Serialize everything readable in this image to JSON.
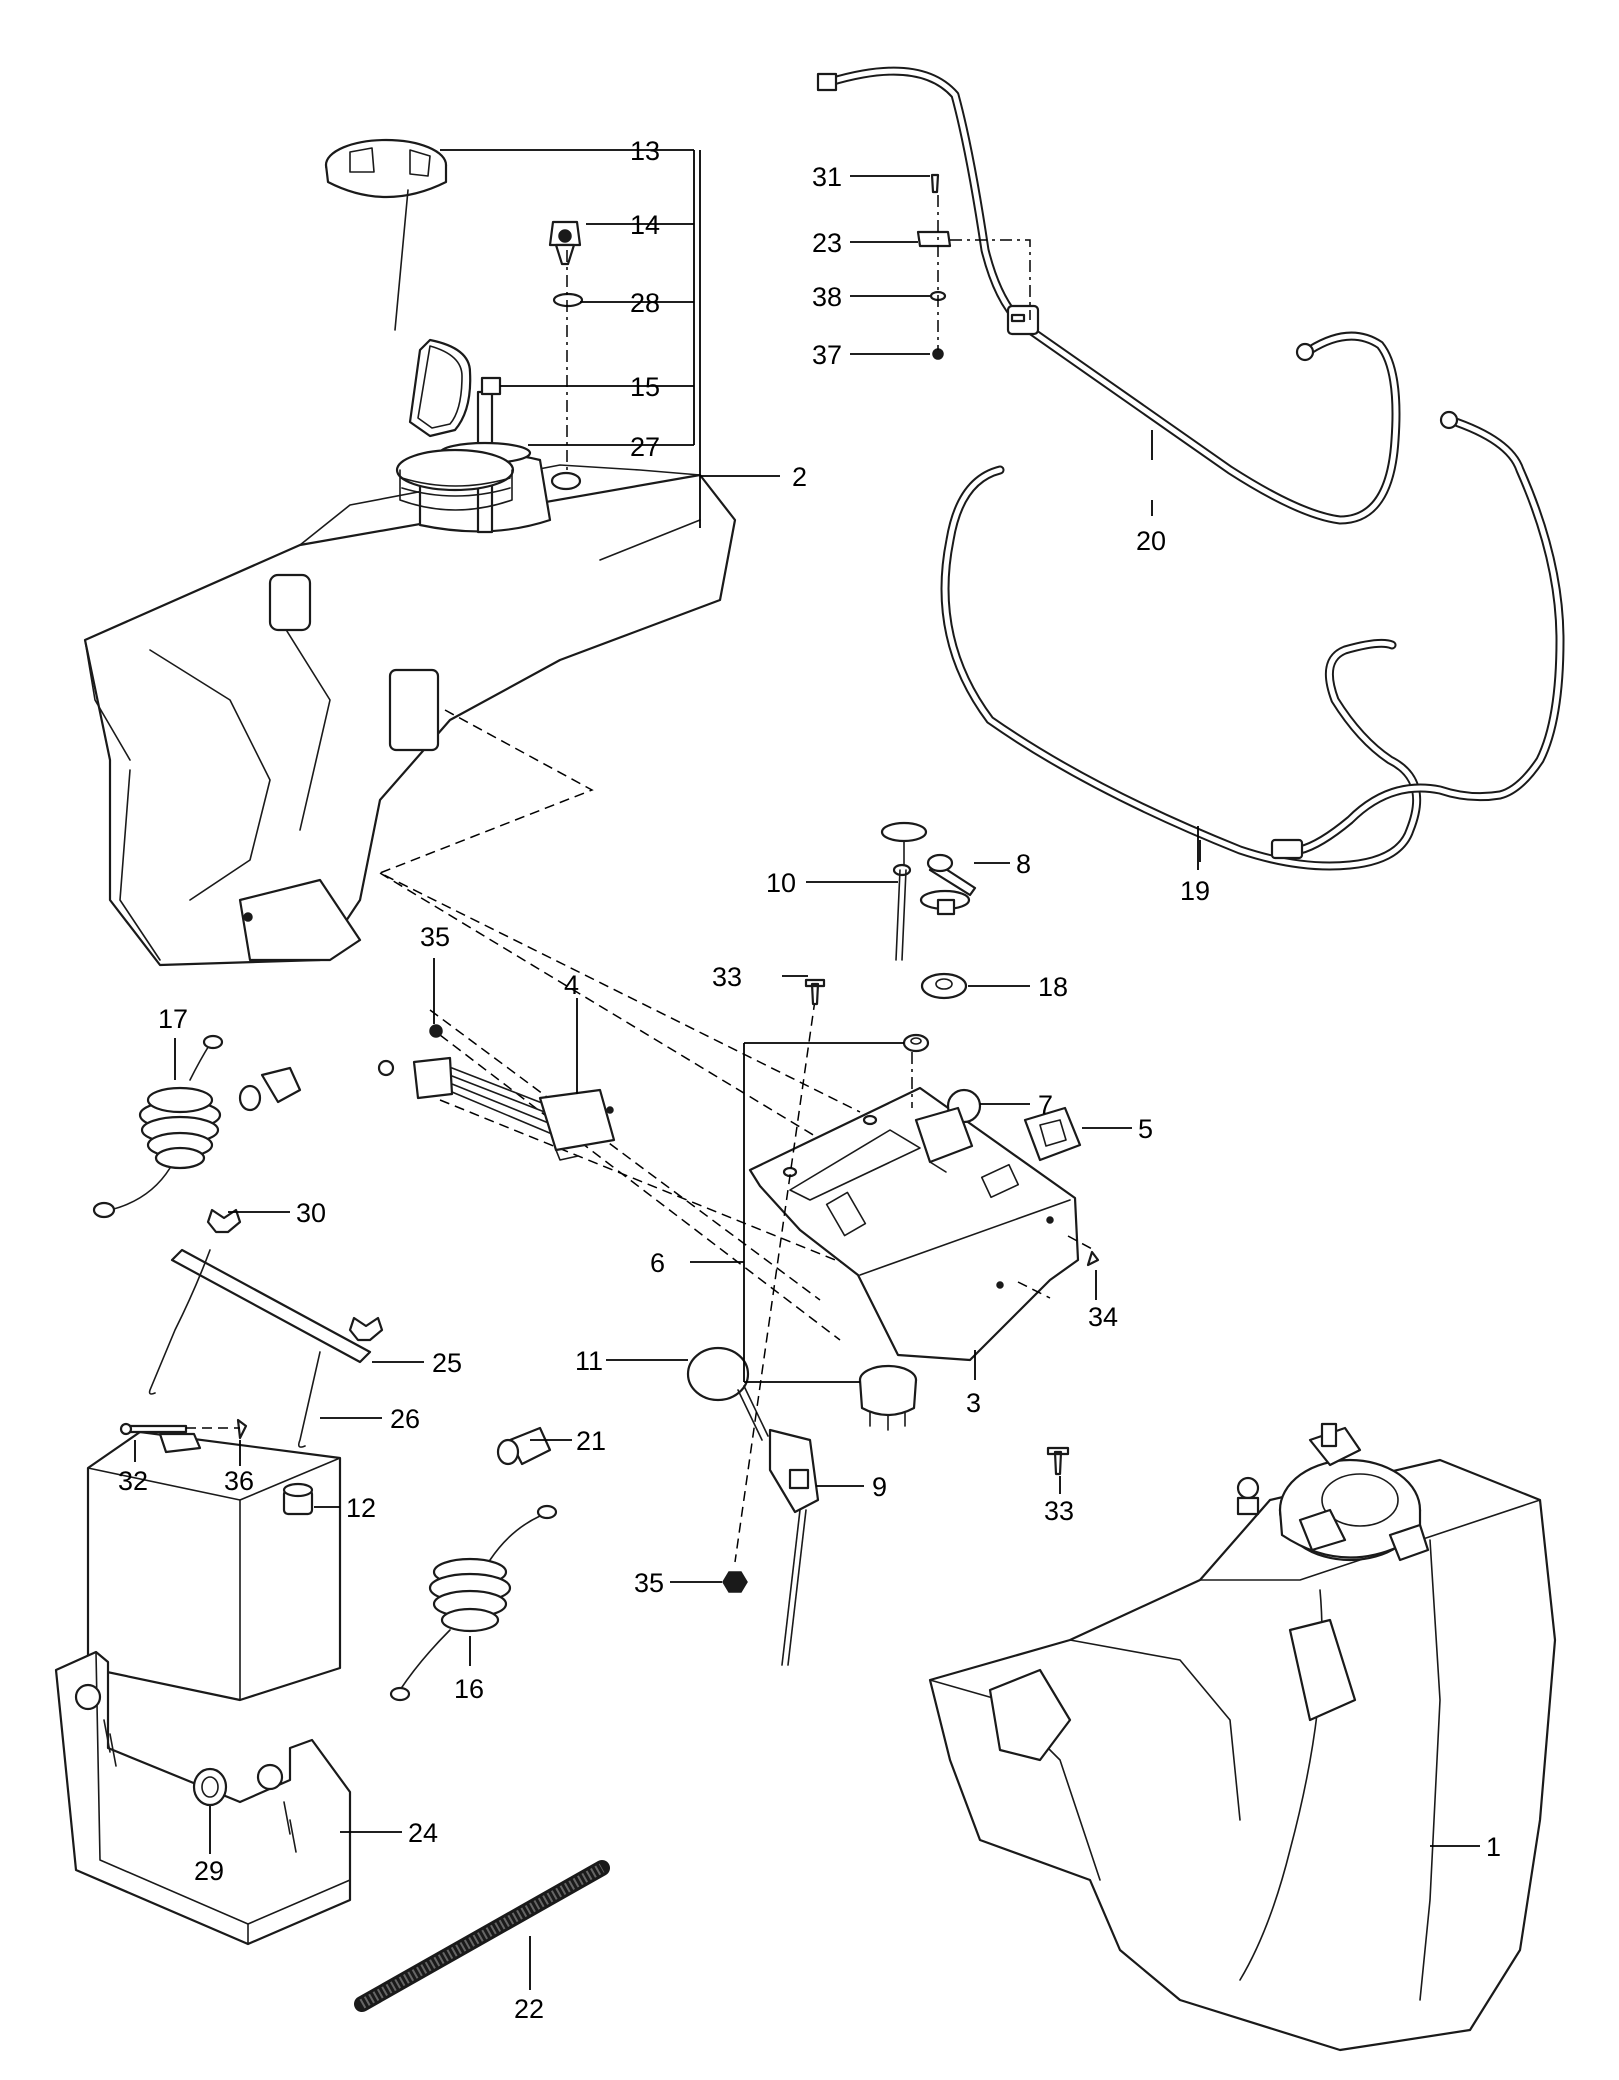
{
  "diagram": {
    "colors": {
      "line": "#1a1a1a",
      "background": "#ffffff"
    },
    "callouts": {
      "c1": "1",
      "c2": "2",
      "c3": "3",
      "c4": "4",
      "c5": "5",
      "c6": "6",
      "c7": "7",
      "c8": "8",
      "c9": "9",
      "c10": "10",
      "c11": "11",
      "c12": "12",
      "c13": "13",
      "c14": "14",
      "c15": "15",
      "c16": "16",
      "c17": "17",
      "c18": "18",
      "c19": "19",
      "c20": "20",
      "c21": "21",
      "c22": "22",
      "c23": "23",
      "c24": "24",
      "c25": "25",
      "c26": "26",
      "c27": "27",
      "c28": "28",
      "c29": "29",
      "c30": "30",
      "c31": "31",
      "c32": "32",
      "c33a": "33",
      "c33b": "33",
      "c34": "34",
      "c35a": "35",
      "c35b": "35",
      "c36": "36",
      "c37": "37",
      "c38": "38"
    }
  }
}
